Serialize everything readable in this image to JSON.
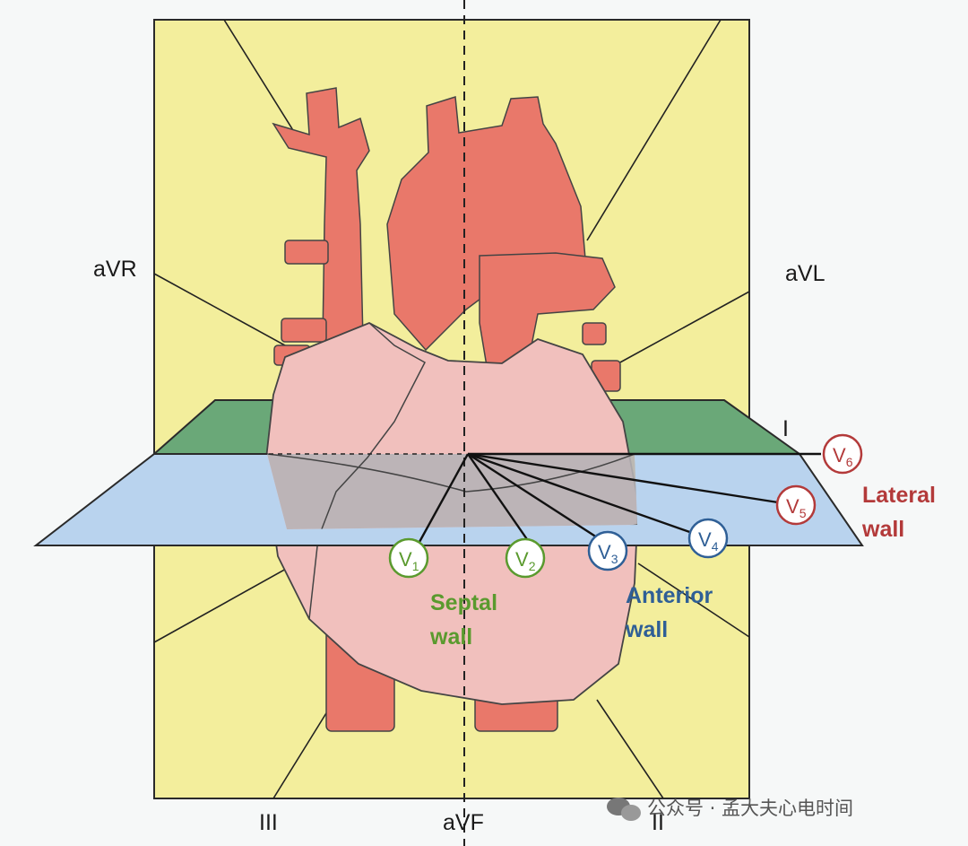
{
  "leads": {
    "avr": "aVR",
    "avl": "aVL",
    "i": "I",
    "iii": "III",
    "avf": "aVF",
    "ii": "II"
  },
  "electrodes": [
    {
      "prefix": "V",
      "sub": "1",
      "color": "#5a9a2e"
    },
    {
      "prefix": "V",
      "sub": "2",
      "color": "#5a9a2e"
    },
    {
      "prefix": "V",
      "sub": "3",
      "color": "#2f5f96"
    },
    {
      "prefix": "V",
      "sub": "4",
      "color": "#2f5f96"
    },
    {
      "prefix": "V",
      "sub": "5",
      "color": "#b33a3a"
    },
    {
      "prefix": "V",
      "sub": "6",
      "color": "#b33a3a"
    }
  ],
  "walls": {
    "septal_1": "Septal",
    "septal_2": "wall",
    "anterior_1": "Anterior",
    "anterior_2": "wall",
    "lateral_1": "Lateral",
    "lateral_2": "wall"
  },
  "colors": {
    "frontal_plane": "#f3ee9c",
    "horizontal_plane": "#b9d3ee",
    "back_plane": "#6aa878",
    "vessel": "#e9786a",
    "heart": "#f1c0bd",
    "septal": "#5a9a2e",
    "anterior": "#2f5f96",
    "lateral": "#b33a3a"
  },
  "watermark": "公众号 · 孟大夫心电时间"
}
